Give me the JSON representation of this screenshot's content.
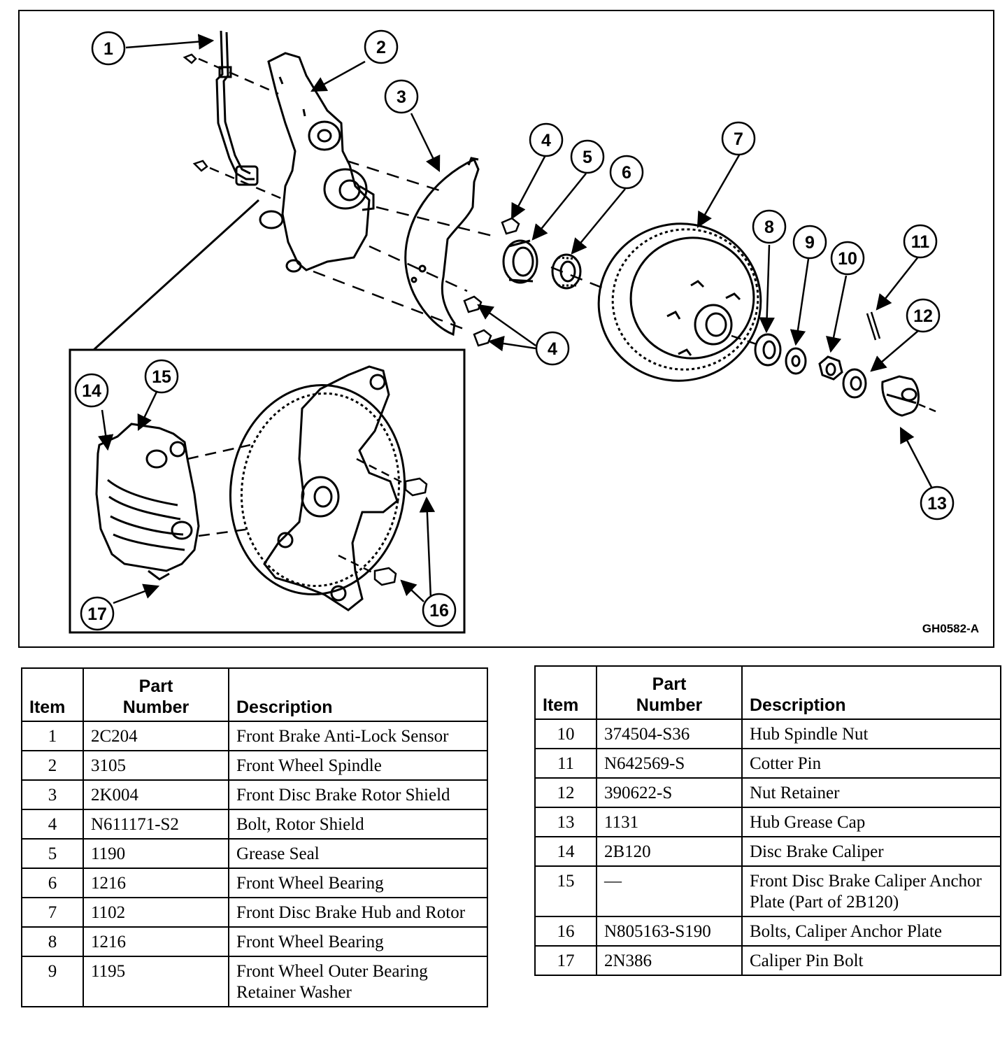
{
  "figure": {
    "id": "GH0582-A",
    "callouts": [
      "1",
      "2",
      "3",
      "4",
      "5",
      "6",
      "7",
      "8",
      "9",
      "10",
      "11",
      "12",
      "13",
      "14",
      "15",
      "16",
      "17"
    ],
    "callout_repeat_4": "4"
  },
  "table_left": {
    "headers": {
      "item": "Item",
      "part_number_line1": "Part",
      "part_number_line2": "Number",
      "description": "Description"
    },
    "rows": [
      {
        "item": "1",
        "part": "2C204",
        "desc": "Front Brake Anti-Lock Sensor"
      },
      {
        "item": "2",
        "part": "3105",
        "desc": "Front Wheel Spindle"
      },
      {
        "item": "3",
        "part": "2K004",
        "desc": "Front Disc Brake Rotor Shield"
      },
      {
        "item": "4",
        "part": "N611171-S2",
        "desc": "Bolt, Rotor Shield"
      },
      {
        "item": "5",
        "part": "1190",
        "desc": "Grease Seal"
      },
      {
        "item": "6",
        "part": "1216",
        "desc": "Front Wheel Bearing"
      },
      {
        "item": "7",
        "part": "1102",
        "desc": "Front Disc Brake Hub and Rotor"
      },
      {
        "item": "8",
        "part": "1216",
        "desc": "Front Wheel Bearing"
      },
      {
        "item": "9",
        "part": "1195",
        "desc": "Front Wheel Outer Bearing Retainer Washer"
      }
    ]
  },
  "table_right": {
    "headers": {
      "item": "Item",
      "part_number_line1": "Part",
      "part_number_line2": "Number",
      "description": "Description"
    },
    "rows": [
      {
        "item": "10",
        "part": "374504-S36",
        "desc": "Hub Spindle Nut"
      },
      {
        "item": "11",
        "part": "N642569-S",
        "desc": "Cotter Pin"
      },
      {
        "item": "12",
        "part": "390622-S",
        "desc": "Nut Retainer"
      },
      {
        "item": "13",
        "part": "1131",
        "desc": "Hub Grease Cap"
      },
      {
        "item": "14",
        "part": "2B120",
        "desc": "Disc Brake Caliper"
      },
      {
        "item": "15",
        "part": "—",
        "desc": "Front Disc Brake Caliper Anchor Plate (Part of 2B120)"
      },
      {
        "item": "16",
        "part": "N805163-S190",
        "desc": "Bolts, Caliper Anchor Plate"
      },
      {
        "item": "17",
        "part": "2N386",
        "desc": "Caliper Pin Bolt"
      }
    ]
  }
}
